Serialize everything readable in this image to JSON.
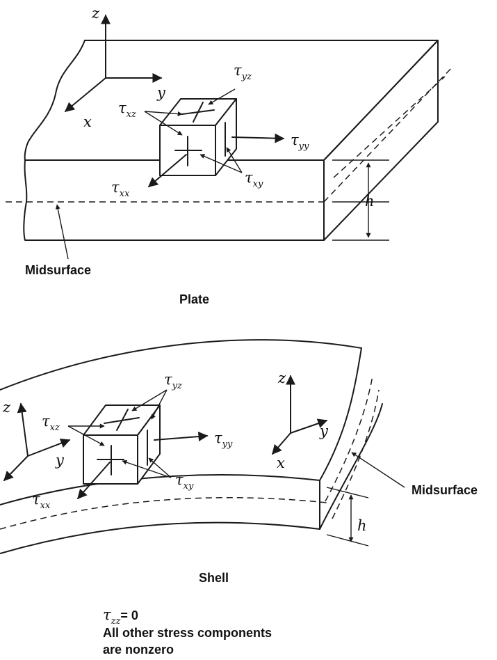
{
  "plate": {
    "caption": "Plate",
    "midsurface_label": "Midsurface",
    "axes": {
      "z": "z",
      "y": "y",
      "x": "x"
    },
    "stress_labels": {
      "yz": "yz",
      "xz": "xz",
      "yy": "yy",
      "xy": "xy",
      "xx": "xx"
    },
    "thickness_label": "h"
  },
  "shell": {
    "caption": "Shell",
    "midsurface_label": "Midsurface",
    "axes_left": {
      "z": "z",
      "y": "y"
    },
    "axes_right": {
      "z": "z",
      "y": "y",
      "x": "x"
    },
    "stress_labels": {
      "yz": "yz",
      "xz": "xz",
      "yy": "yy",
      "xy": "xy",
      "xx": "xx"
    },
    "thickness_label": "h"
  },
  "notes": {
    "zz_symbol": "zz",
    "zz_equation": "= 0",
    "line1": "All other stress components",
    "line2": "are nonzero"
  },
  "tau_symbol": "τ"
}
